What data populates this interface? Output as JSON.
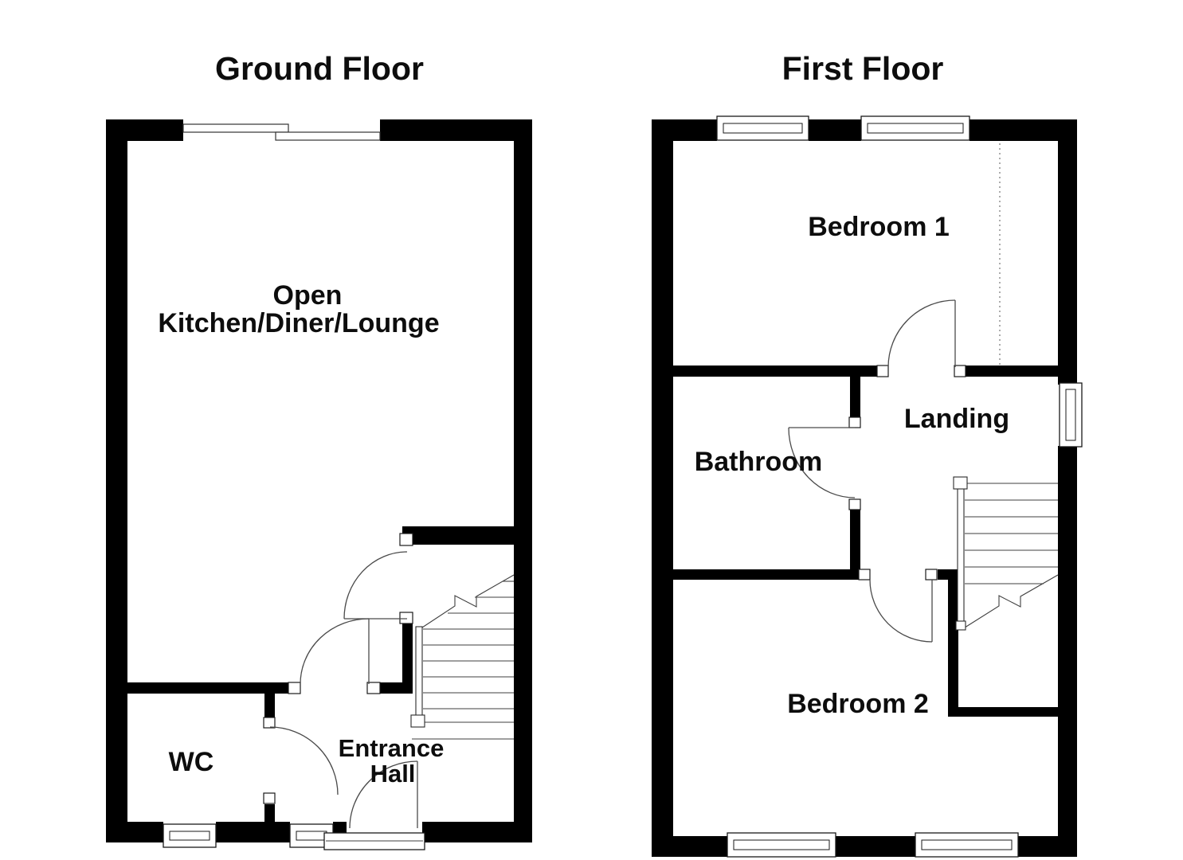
{
  "colors": {
    "wall": "#000000",
    "line": "#4a4a4a",
    "text": "#0d0d0d",
    "background": "#ffffff"
  },
  "ground_floor": {
    "title": "Ground Floor",
    "labels": {
      "kitchen_line1": "Open",
      "kitchen_line2": "Kitchen/Diner/Lounge",
      "wc": "WC",
      "hall_line1": "Entrance",
      "hall_line2": "Hall"
    }
  },
  "first_floor": {
    "title": "First Floor",
    "labels": {
      "bedroom1": "Bedroom 1",
      "bathroom": "Bathroom",
      "landing": "Landing",
      "bedroom2": "Bedroom 2"
    }
  }
}
